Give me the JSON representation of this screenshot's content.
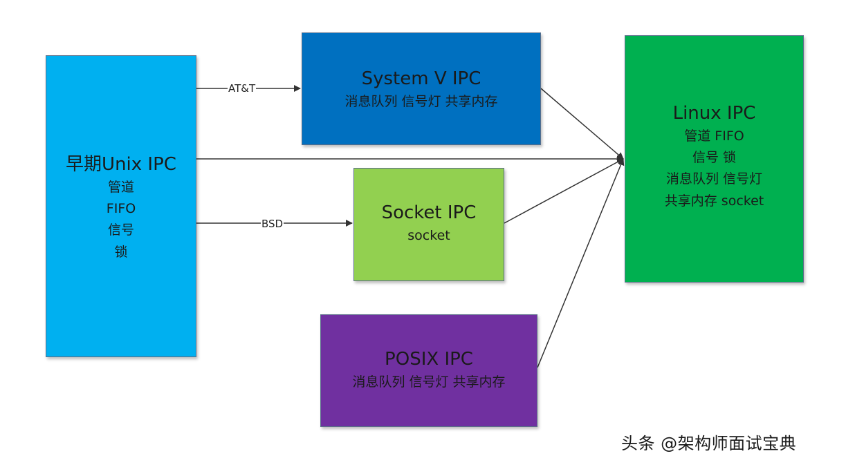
{
  "boxes": {
    "early": {
      "title": "早期Unix IPC",
      "lines": [
        "管道",
        "FIFO",
        "信号",
        "锁"
      ],
      "color": "#00b0f0"
    },
    "sysv": {
      "title": "System V IPC",
      "lines": [
        "消息队列 信号灯 共享内存"
      ],
      "color": "#0070c0"
    },
    "socket": {
      "title": "Socket IPC",
      "lines": [
        "socket"
      ],
      "color": "#92d050"
    },
    "posix": {
      "title": "POSIX IPC",
      "lines": [
        "消息队列 信号灯 共享内存"
      ],
      "color": "#7030a0"
    },
    "linux": {
      "title": "Linux IPC",
      "lines": [
        "管道 FIFO",
        "信号 锁",
        "消息队列 信号灯",
        "共享内存 socket"
      ],
      "color": "#00b050"
    }
  },
  "edges": {
    "att": "AT&T",
    "bsd": "BSD"
  },
  "watermark": "头条 @架构师面试宝典"
}
